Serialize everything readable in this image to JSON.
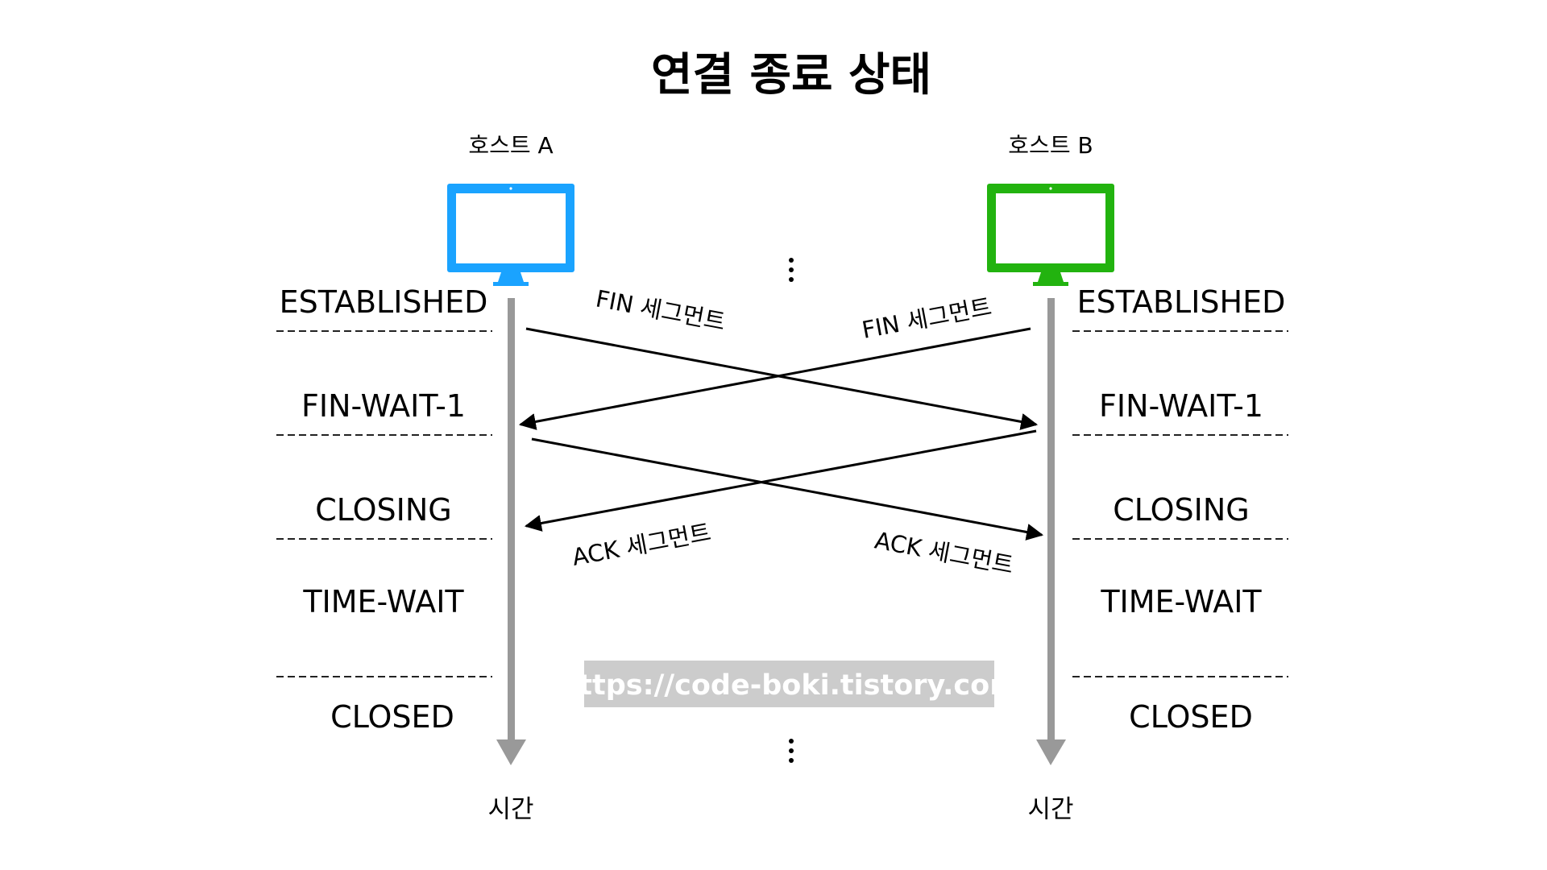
{
  "title": "연결 종료 상태",
  "hosts": {
    "a": {
      "label": "호스트 A",
      "color": "#1aa3ff",
      "time_label": "시간"
    },
    "b": {
      "label": "호스트 B",
      "color": "#22b30f",
      "time_label": "시간"
    }
  },
  "timeline_color": "#999999",
  "states_a": [
    "ESTABLISHED",
    "FIN-WAIT-1",
    "CLOSING",
    "TIME-WAIT",
    "CLOSED"
  ],
  "states_b": [
    "ESTABLISHED",
    "FIN-WAIT-1",
    "CLOSING",
    "TIME-WAIT",
    "CLOSED"
  ],
  "messages": {
    "fin_a_to_b": "FIN 세그먼트",
    "fin_b_to_a": "FIN 세그먼트",
    "ack_b_to_a": "ACK 세그먼트",
    "ack_a_to_b": "ACK 세그먼트"
  },
  "ellipsis": "⋮",
  "watermark": {
    "text": "https://code-boki.tistory.com",
    "background": "#cccccc"
  }
}
